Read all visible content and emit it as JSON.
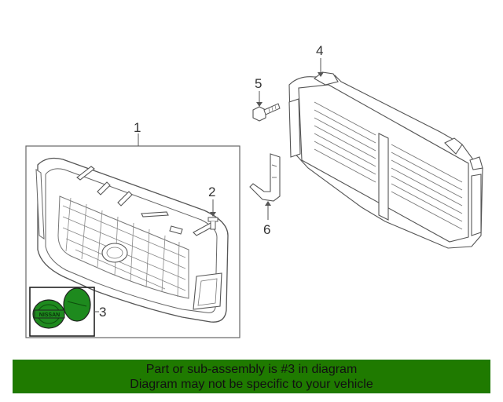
{
  "callouts": {
    "c1": "1",
    "c2": "2",
    "c3": "3",
    "c4": "4",
    "c5": "5",
    "c6": "6"
  },
  "emblem_text": "NISSAN",
  "banner": {
    "line1": "Part or sub-assembly is #3 in diagram",
    "line2": "Diagram may not be specific to your vehicle"
  },
  "colors": {
    "highlight_green": "#1e8a1e",
    "banner_green": "#1f7a00",
    "line": "#555555"
  }
}
